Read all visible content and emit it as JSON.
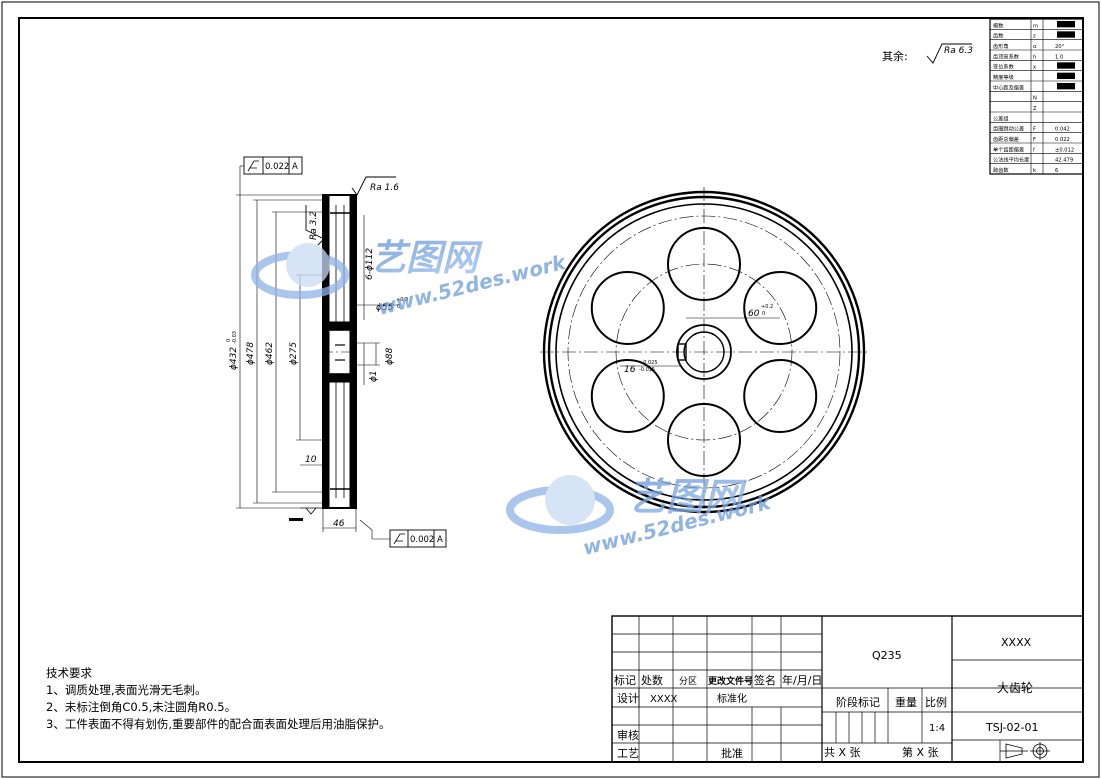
{
  "surface_finish": {
    "label": "其余:",
    "value": "Ra 6.3"
  },
  "gear_params": [
    {
      "name": "模数",
      "sym": "m",
      "value": ""
    },
    {
      "name": "齿数",
      "sym": "z",
      "value": ""
    },
    {
      "name": "齿形角",
      "sym": "α",
      "value": "20°"
    },
    {
      "name": "齿顶高系数",
      "sym": "h",
      "value": "1.0"
    },
    {
      "name": "变位系数",
      "sym": "x",
      "value": ""
    },
    {
      "name": "精度等级",
      "sym": "",
      "value": ""
    },
    {
      "name": "中心距及偏差",
      "sym": "",
      "value": ""
    },
    {
      "name": "",
      "sym": "N",
      "value": ""
    },
    {
      "name": "",
      "sym": "Z",
      "value": ""
    },
    {
      "name": "公差组",
      "sym": "",
      "value": ""
    },
    {
      "name": "齿圈跳动公差",
      "sym": "F",
      "value": "0.042"
    },
    {
      "name": "齿距总偏差",
      "sym": "F",
      "value": "0.022"
    },
    {
      "name": "单个齿距偏差",
      "sym": "f",
      "value": "±0.012"
    },
    {
      "name": "公法线平均长度",
      "sym": "",
      "value": "42.479"
    },
    {
      "name": "跨齿数",
      "sym": "k",
      "value": "6"
    }
  ],
  "tolerances": {
    "top_frame": "0.022",
    "bottom_frame": "0.002",
    "datum": "A"
  },
  "section_view": {
    "roughness_top": "Ra 1.6",
    "roughness_inner": "Ra 3.2",
    "dia_outer": "ϕ432",
    "dia_outer_tol_upper": "0",
    "dia_outer_tol_lower": "-0.03",
    "dia_478": "ϕ478",
    "dia_462": "ϕ462",
    "dia_275": "ϕ275",
    "holes": "6-ϕ112",
    "dia_55": "ϕ55",
    "dia_55_tol": "+0.3",
    "dia_55_tol_lower": "0",
    "dia_88": "ϕ88",
    "dia_hub": "ϕ1",
    "dim_10": "10",
    "dim_46": "46"
  },
  "front_view": {
    "keyway_depth": "60",
    "keyway_depth_tol": "+0.2",
    "keyway_depth_tol_lower": "0",
    "keyway_width": "16",
    "keyway_width_tol": "+0.025",
    "keyway_width_tol_lower": "-0.015"
  },
  "watermark": {
    "brand": "艺图网",
    "url": "www.52des.work"
  },
  "tech_requirements": {
    "title": "技术要求",
    "items": [
      "1、调质处理,表面光滑无毛刺。",
      "2、未标注倒角C0.5,未注圆角R0.5。",
      "3、工件表面不得有划伤,重要部件的配合面表面处理后用油脂保护。"
    ]
  },
  "title_block": {
    "material": "Q235",
    "company": "XXXX",
    "part_name": "大齿轮",
    "drawing_no": "TSJ-02-01",
    "scale": "1:4",
    "designer": "XXXX",
    "headers": [
      "标记",
      "处数",
      "分区",
      "更改文件号",
      "签名",
      "年/月/日"
    ],
    "design": "设计",
    "standardize": "标准化",
    "check": "审核",
    "process": "工艺",
    "approve": "批准",
    "stage_mark": "阶段标记",
    "weight": "重量",
    "scale_label": "比例",
    "sheets_total": "共 X 张",
    "sheet_no": "第 X 张"
  }
}
